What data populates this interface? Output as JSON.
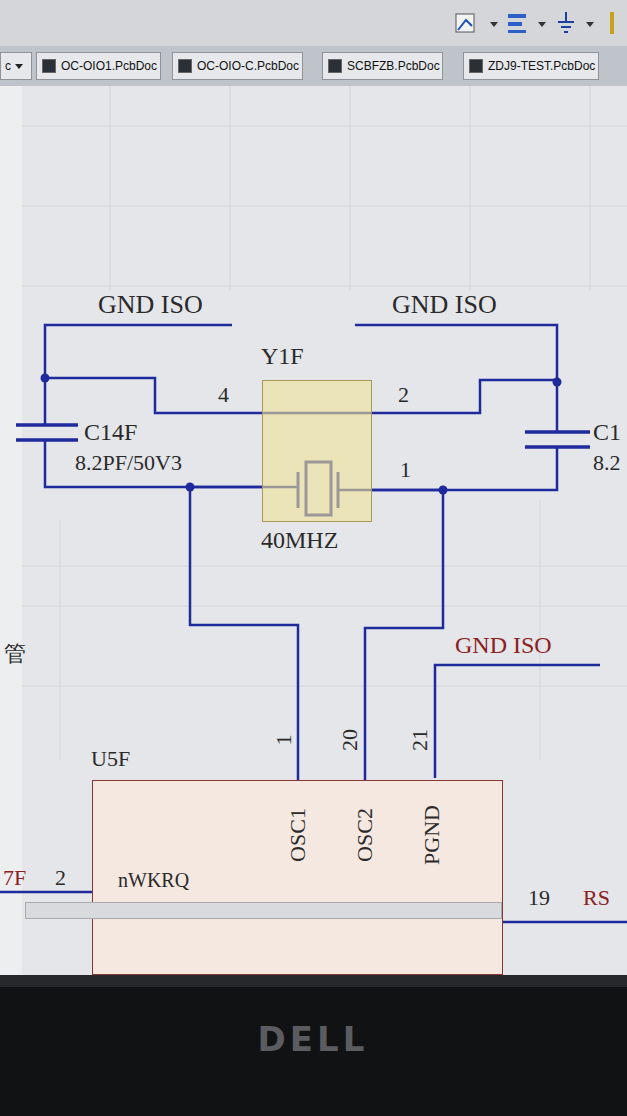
{
  "diagram": {
    "nodes": [
      {
        "text": [
          "c"
        ]
      },
      {
        "text": [
          "OC-OIO1.PcbDoc"
        ]
      },
      {
        "text": [
          "OC-OIO-C.PcbDoc"
        ]
      },
      {
        "text": [
          "SCBFZB.PcbDoc"
        ]
      },
      {
        "text": [
          "ZDJ9-TEST.PcbDoc"
        ]
      },
      {
        "text": [
          "Y1F",
          "40MHZ"
        ]
      },
      {
        "text": [
          "U5F"
        ]
      }
    ],
    "edges": [
      {
        "from": 5,
        "to": 6,
        "arrow": "none"
      },
      {
        "from": 5,
        "to": 6,
        "arrow": "none"
      }
    ],
    "labels": [
      "GND ISO",
      "GND ISO",
      "4",
      "2",
      "1",
      "C14F",
      "8.2PF/50V3",
      "C1",
      "8.2",
      "1",
      "20",
      "21",
      "GND ISO",
      "OSC1",
      "OSC2",
      "PGND",
      "nWKRQ",
      "7F",
      "2",
      "19",
      "RS",
      "管",
      "DELL"
    ]
  }
}
